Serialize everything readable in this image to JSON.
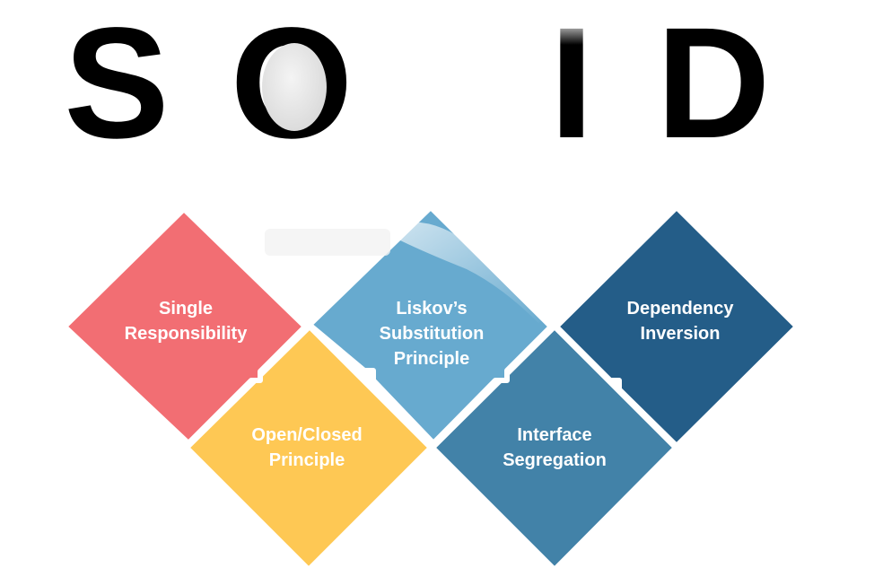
{
  "title_letters": [
    "S",
    "O",
    "L",
    "I",
    "D"
  ],
  "principles": [
    {
      "key": "srp",
      "label": "Single\nResponsibility",
      "color": "#f26e73"
    },
    {
      "key": "ocp",
      "label": "Open/Closed\nPrinciple",
      "color": "#fec854"
    },
    {
      "key": "lsp",
      "label": "Liskov’s\nSubstitution\nPrinciple",
      "color": "#67aacf"
    },
    {
      "key": "isp",
      "label": "Interface\nSegregation",
      "color": "#4282a8"
    },
    {
      "key": "dip",
      "label": "Dependency\nInversion",
      "color": "#245d88"
    }
  ]
}
